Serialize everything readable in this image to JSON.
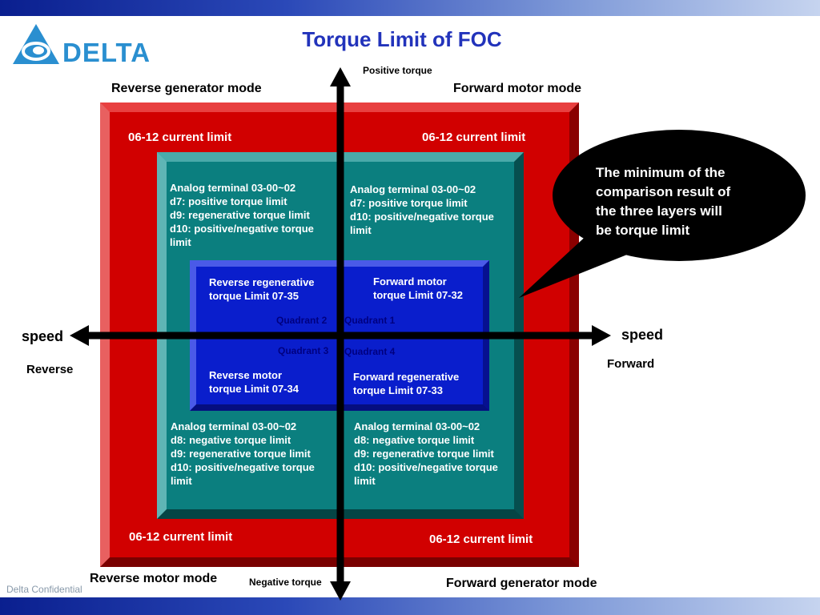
{
  "header": {
    "logo_text": "DELTA",
    "title": "Torque Limit of FOC"
  },
  "footer": {
    "confidential": "Delta Confidential"
  },
  "axes": {
    "positive_torque": "Positive torque",
    "negative_torque": "Negative torque",
    "speed_left": "speed",
    "speed_right": "speed",
    "reverse": "Reverse",
    "forward": "Forward"
  },
  "modes": {
    "top_left": "Reverse generator mode",
    "top_right": "Forward motor mode",
    "bottom_left": "Reverse motor mode",
    "bottom_right": "Forward generator mode"
  },
  "current_limit": {
    "top_left": "06-12 current limit",
    "top_right": "06-12 current limit",
    "bottom_left": "06-12 current limit",
    "bottom_right": "06-12 current limit"
  },
  "analog": {
    "top_left": "Analog terminal 03-00~02\nd7: positive torque limit\nd9: regenerative torque limit\nd10: positive/negative torque\n        limit",
    "top_right": "Analog terminal 03-00~02\nd7: positive torque limit\nd10: positive/negative torque\n        limit",
    "bottom_left": "Analog terminal 03-00~02\nd8: negative torque limit\nd9: regenerative torque limit\nd10: positive/negative torque\n        limit",
    "bottom_right": "Analog terminal 03-00~02\nd8: negative torque limit\nd9: regenerative torque limit\nd10: positive/negative torque\n        limit"
  },
  "parameters": {
    "top_left": "Reverse regenerative\ntorque Limit 07-35",
    "top_right": "Forward motor\ntorque Limit 07-32",
    "bottom_left": "Reverse motor\ntorque Limit 07-34",
    "bottom_right": "Forward regenerative\ntorque Limit 07-33"
  },
  "quadrants": {
    "q1": "Quadrant 1",
    "q2": "Quadrant 2",
    "q3": "Quadrant 3",
    "q4": "Quadrant 4"
  },
  "callout": {
    "text": " The minimum of the\ncomparison result  of\nthe three layers will\nbe torque limit"
  },
  "colors": {
    "outer_layer": "#d10000",
    "middle_layer": "#0b7f7f",
    "inner_layer": "#0a1ecc",
    "title": "#2233bb",
    "quadrant_label": "#000080",
    "logo": "#2a8fd0"
  }
}
